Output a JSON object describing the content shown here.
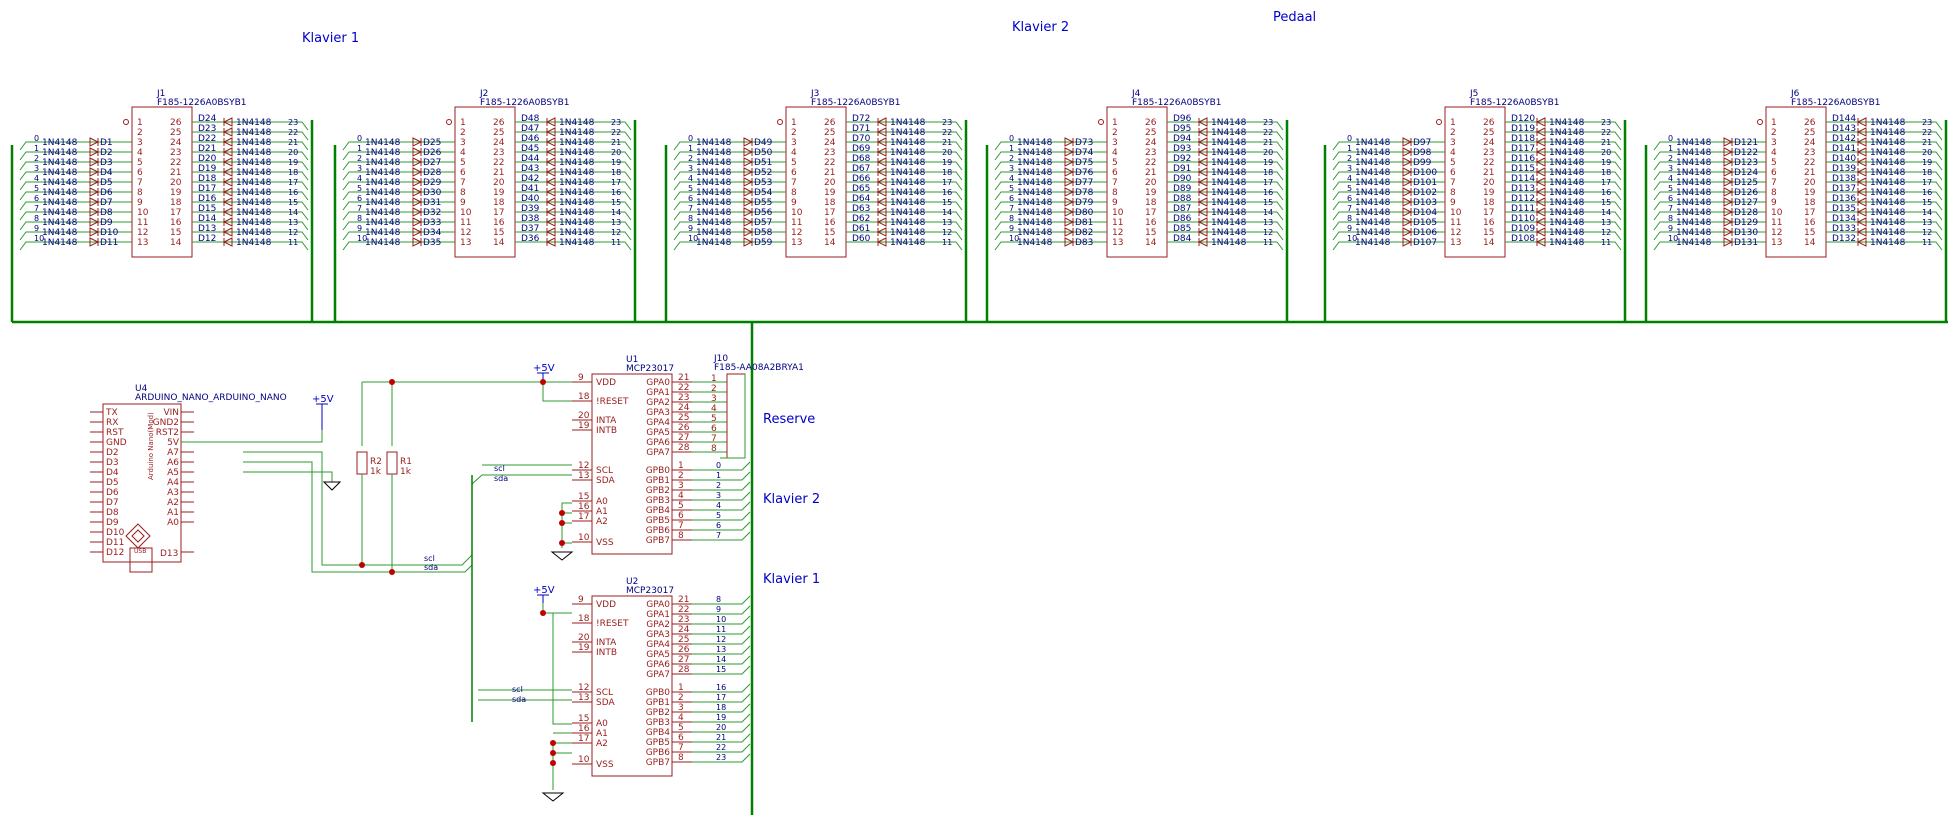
{
  "sheet_labels": {
    "klavier1_top": "Klavier 1",
    "klavier2_top": "Klavier 2",
    "pedaal": "Pedaal",
    "reserve": "Reserve",
    "klavier2_side": "Klavier 2",
    "klavier1_side": "Klavier 1"
  },
  "connectors": [
    {
      "ref": "J1",
      "part": "F185-1226A0BSYB1",
      "d_left": [
        "D1",
        "D2",
        "D3",
        "D4",
        "D5",
        "D6",
        "D7",
        "D8",
        "D9",
        "D10",
        "D11"
      ],
      "d_right": [
        "D24",
        "D23",
        "D22",
        "D21",
        "D20",
        "D19",
        "D18",
        "D17",
        "D16",
        "D15",
        "D14",
        "D13",
        "D12"
      ]
    },
    {
      "ref": "J2",
      "part": "F185-1226A0BSYB1",
      "d_left": [
        "D25",
        "D26",
        "D27",
        "D28",
        "D29",
        "D30",
        "D31",
        "D32",
        "D33",
        "D34",
        "D35"
      ],
      "d_right": [
        "D48",
        "D47",
        "D46",
        "D45",
        "D44",
        "D43",
        "D42",
        "D41",
        "D40",
        "D39",
        "D38",
        "D37",
        "D36"
      ]
    },
    {
      "ref": "J3",
      "part": "F185-1226A0BSYB1",
      "d_left": [
        "D49",
        "D50",
        "D51",
        "D52",
        "D53",
        "D54",
        "D55",
        "D56",
        "D57",
        "D58",
        "D59"
      ],
      "d_right": [
        "D72",
        "D71",
        "D70",
        "D69",
        "D68",
        "D67",
        "D66",
        "D65",
        "D64",
        "D63",
        "D62",
        "D61",
        "D60"
      ]
    },
    {
      "ref": "J4",
      "part": "F185-1226A0BSYB1",
      "d_left": [
        "D73",
        "D74",
        "D75",
        "D76",
        "D77",
        "D78",
        "D79",
        "D80",
        "D81",
        "D82",
        "D83"
      ],
      "d_right": [
        "D96",
        "D95",
        "D94",
        "D93",
        "D92",
        "D91",
        "D90",
        "D89",
        "D88",
        "D87",
        "D86",
        "D85",
        "D84"
      ]
    },
    {
      "ref": "J5",
      "part": "F185-1226A0BSYB1",
      "d_left": [
        "D97",
        "D98",
        "D99",
        "D100",
        "D101",
        "D102",
        "D103",
        "D104",
        "D105",
        "D106",
        "D107"
      ],
      "d_right": [
        "D120",
        "D119",
        "D118",
        "D117",
        "D116",
        "D115",
        "D114",
        "D113",
        "D112",
        "D111",
        "D110",
        "D109",
        "D108"
      ]
    },
    {
      "ref": "J6",
      "part": "F185-1226A0BSYB1",
      "d_left": [
        "D121",
        "D122",
        "D123",
        "D124",
        "D125",
        "D126",
        "D127",
        "D128",
        "D129",
        "D130",
        "D131"
      ],
      "d_right": [
        "D144",
        "D143",
        "D142",
        "D141",
        "D140",
        "D139",
        "D138",
        "D137",
        "D136",
        "D135",
        "D134",
        "D133",
        "D132"
      ]
    }
  ],
  "diode_part": "1N4148",
  "connector_pins_left": [
    "1",
    "2",
    "3",
    "4",
    "5",
    "6",
    "7",
    "8",
    "9",
    "10",
    "11",
    "12",
    "13"
  ],
  "connector_pins_right": [
    "26",
    "25",
    "24",
    "23",
    "22",
    "21",
    "20",
    "19",
    "18",
    "17",
    "16",
    "15",
    "14"
  ],
  "left_bus_numbers": [
    "0",
    "1",
    "2",
    "3",
    "4",
    "5",
    "6",
    "7",
    "8",
    "9",
    "10"
  ],
  "right_bus_numbers": [
    "23",
    "22",
    "21",
    "20",
    "19",
    "18",
    "17",
    "16",
    "15",
    "14",
    "13",
    "12",
    "11"
  ],
  "arduino": {
    "ref": "U4",
    "part": "ARDUINO_NANO_ARDUINO_NANO",
    "inner_label": "Arduino Nano(Mod)",
    "usb": "USB",
    "left_pins": [
      "TX",
      "RX",
      "RST",
      "GND",
      "D2",
      "D3",
      "D4",
      "D5",
      "D6",
      "D7",
      "D8",
      "D9",
      "D10",
      "D11",
      "D12"
    ],
    "right_pins": [
      "VIN",
      "GND2",
      "RST2",
      "5V",
      "A7",
      "A6",
      "A5",
      "A4",
      "A3",
      "A2",
      "A1",
      "A0"
    ],
    "bottom_right": "D13"
  },
  "power": {
    "plus5v": "+5V"
  },
  "resistors": [
    {
      "ref": "R2",
      "value": "1k"
    },
    {
      "ref": "R1",
      "value": "1k"
    }
  ],
  "nets": {
    "scl": "scl",
    "sda": "sda"
  },
  "header": {
    "ref": "J10",
    "part": "F185-AA08A2BRYA1",
    "pins": [
      "1",
      "2",
      "3",
      "4",
      "5",
      "6",
      "7",
      "8"
    ]
  },
  "expanders": [
    {
      "ref": "U1",
      "part": "MCP23017",
      "left_pins": [
        {
          "num": "9",
          "name": "VDD"
        },
        {
          "num": "18",
          "name": "!RESET"
        },
        {
          "num": "20",
          "name": "INTA"
        },
        {
          "num": "19",
          "name": "INTB"
        },
        {
          "num": "12",
          "name": "SCL"
        },
        {
          "num": "13",
          "name": "SDA"
        },
        {
          "num": "15",
          "name": "A0"
        },
        {
          "num": "16",
          "name": "A1"
        },
        {
          "num": "17",
          "name": "A2"
        },
        {
          "num": "10",
          "name": "VSS"
        }
      ],
      "gpa": [
        {
          "num": "21",
          "name": "GPA0"
        },
        {
          "num": "22",
          "name": "GPA1"
        },
        {
          "num": "23",
          "name": "GPA2"
        },
        {
          "num": "24",
          "name": "GPA3"
        },
        {
          "num": "25",
          "name": "GPA4"
        },
        {
          "num": "26",
          "name": "GPA5"
        },
        {
          "num": "27",
          "name": "GPA6"
        },
        {
          "num": "28",
          "name": "GPA7"
        }
      ],
      "gpb": [
        {
          "num": "1",
          "name": "GPB0"
        },
        {
          "num": "2",
          "name": "GPB1"
        },
        {
          "num": "3",
          "name": "GPB2"
        },
        {
          "num": "4",
          "name": "GPB3"
        },
        {
          "num": "5",
          "name": "GPB4"
        },
        {
          "num": "6",
          "name": "GPB5"
        },
        {
          "num": "7",
          "name": "GPB6"
        },
        {
          "num": "8",
          "name": "GPB7"
        }
      ],
      "gpb_bus": [
        "0",
        "1",
        "2",
        "3",
        "4",
        "5",
        "6",
        "7"
      ]
    },
    {
      "ref": "U2",
      "part": "MCP23017",
      "left_pins": [
        {
          "num": "9",
          "name": "VDD"
        },
        {
          "num": "18",
          "name": "!RESET"
        },
        {
          "num": "20",
          "name": "INTA"
        },
        {
          "num": "19",
          "name": "INTB"
        },
        {
          "num": "12",
          "name": "SCL"
        },
        {
          "num": "13",
          "name": "SDA"
        },
        {
          "num": "15",
          "name": "A0"
        },
        {
          "num": "16",
          "name": "A1"
        },
        {
          "num": "17",
          "name": "A2"
        },
        {
          "num": "10",
          "name": "VSS"
        }
      ],
      "gpa": [
        {
          "num": "21",
          "name": "GPA0"
        },
        {
          "num": "22",
          "name": "GPA1"
        },
        {
          "num": "23",
          "name": "GPA2"
        },
        {
          "num": "24",
          "name": "GPA3"
        },
        {
          "num": "25",
          "name": "GPA4"
        },
        {
          "num": "26",
          "name": "GPA5"
        },
        {
          "num": "27",
          "name": "GPA6"
        },
        {
          "num": "28",
          "name": "GPA7"
        }
      ],
      "gpb": [
        {
          "num": "1",
          "name": "GPB0"
        },
        {
          "num": "2",
          "name": "GPB1"
        },
        {
          "num": "3",
          "name": "GPB2"
        },
        {
          "num": "4",
          "name": "GPB3"
        },
        {
          "num": "5",
          "name": "GPB4"
        },
        {
          "num": "6",
          "name": "GPB5"
        },
        {
          "num": "7",
          "name": "GPB6"
        },
        {
          "num": "8",
          "name": "GPB7"
        }
      ],
      "gpa_bus": [
        "8",
        "9",
        "10",
        "11",
        "12",
        "13",
        "14",
        "15"
      ],
      "gpb_bus": [
        "16",
        "17",
        "18",
        "19",
        "20",
        "21",
        "22",
        "23"
      ]
    }
  ],
  "colors": {
    "component": "#9a1c1c",
    "wire": "#2e9a2e",
    "bus": "#008000",
    "label": "#0000c8",
    "ref": "#000080",
    "junction": "#c00000"
  }
}
